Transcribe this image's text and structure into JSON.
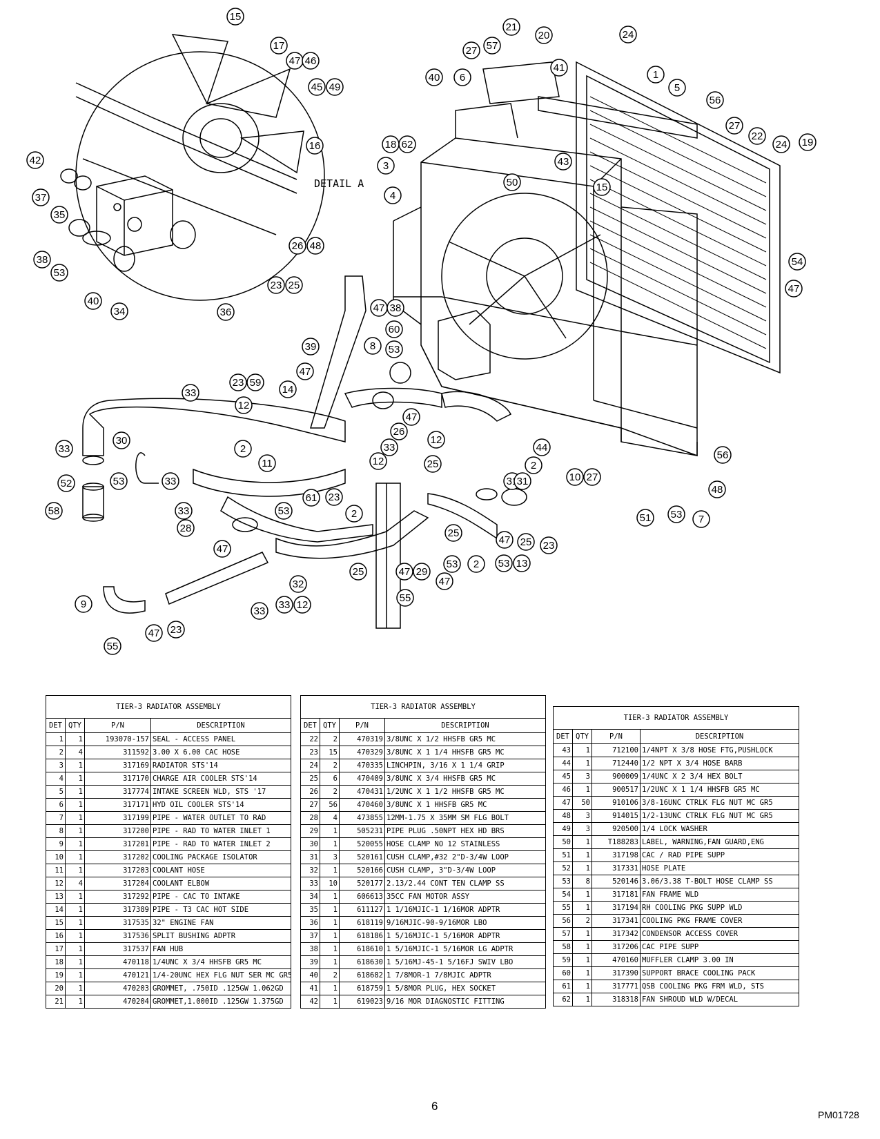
{
  "detail_label": "DETAIL A",
  "page_number": "6",
  "doc_code": "PM01728",
  "callouts": [
    "15",
    "17",
    "47",
    "46",
    "45",
    "49",
    "16",
    "42",
    "37",
    "35",
    "38",
    "53",
    "40",
    "34",
    "36",
    "26",
    "48",
    "21",
    "20",
    "24",
    "27",
    "57",
    "41",
    "40",
    "6",
    "1",
    "5",
    "56",
    "27",
    "22",
    "24",
    "19",
    "18",
    "62",
    "3",
    "43",
    "50",
    "15",
    "4",
    "54",
    "47",
    "23",
    "25",
    "47",
    "38",
    "60",
    "39",
    "53",
    "8",
    "47",
    "23",
    "59",
    "14",
    "33",
    "12",
    "30",
    "2",
    "52",
    "26",
    "33",
    "12",
    "33",
    "53",
    "33",
    "44",
    "58",
    "31",
    "11",
    "12",
    "25",
    "2",
    "61",
    "23",
    "47",
    "56",
    "10",
    "27",
    "48",
    "53",
    "7",
    "51",
    "33",
    "53",
    "2",
    "31",
    "32",
    "28",
    "25",
    "47",
    "25",
    "47",
    "53",
    "2",
    "53",
    "13",
    "47",
    "23",
    "25",
    "47",
    "29",
    "33",
    "12",
    "33",
    "9",
    "55",
    "47",
    "23",
    "55"
  ],
  "tables": [
    {
      "title": "TIER-3 RADIATOR ASSEMBLY",
      "headers": [
        "DET",
        "QTY",
        "P/N",
        "DESCRIPTION"
      ],
      "rows": [
        [
          "1",
          "1",
          "193070-157",
          "SEAL - ACCESS PANEL"
        ],
        [
          "2",
          "4",
          "311592",
          "3.00 X 6.00 CAC HOSE"
        ],
        [
          "3",
          "1",
          "317169",
          "RADIATOR              STS'14"
        ],
        [
          "4",
          "1",
          "317170",
          "CHARGE AIR COOLER      STS'14"
        ],
        [
          "5",
          "1",
          "317774",
          "INTAKE SCREEN WLD, STS '17"
        ],
        [
          "6",
          "1",
          "317171",
          "HYD OIL COOLER         STS'14"
        ],
        [
          "7",
          "1",
          "317199",
          "PIPE - WATER OUTLET TO RAD"
        ],
        [
          "8",
          "1",
          "317200",
          "PIPE - RAD TO WATER INLET 1"
        ],
        [
          "9",
          "1",
          "317201",
          "PIPE - RAD TO WATER INLET 2"
        ],
        [
          "10",
          "1",
          "317202",
          "COOLING PACKAGE ISOLATOR"
        ],
        [
          "11",
          "1",
          "317203",
          "COOLANT HOSE"
        ],
        [
          "12",
          "4",
          "317204",
          "COOLANT ELBOW"
        ],
        [
          "13",
          "1",
          "317292",
          "PIPE - CAC TO INTAKE"
        ],
        [
          "14",
          "1",
          "317389",
          "PIPE - T3 CAC HOT SIDE"
        ],
        [
          "15",
          "1",
          "317535",
          "32\" ENGINE FAN"
        ],
        [
          "16",
          "1",
          "317536",
          "SPLIT BUSHING ADPTR"
        ],
        [
          "17",
          "1",
          "317537",
          "FAN HUB"
        ],
        [
          "18",
          "1",
          "470118",
          "1/4UNC X 3/4 HHSFB GR5 MC"
        ],
        [
          "19",
          "1",
          "470121",
          "1/4-20UNC HEX FLG NUT SER MC GR5"
        ],
        [
          "20",
          "1",
          "470203",
          "GROMMET, .750ID .125GW 1.062GD"
        ],
        [
          "21",
          "1",
          "470204",
          "GROMMET,1.000ID .125GW 1.375GD"
        ]
      ]
    },
    {
      "title": "TIER-3 RADIATOR ASSEMBLY",
      "headers": [
        "DET",
        "QTY",
        "P/N",
        "DESCRIPTION"
      ],
      "rows": [
        [
          "22",
          "2",
          "470319",
          "3/8UNC X 1/2 HHSFB GR5 MC"
        ],
        [
          "23",
          "15",
          "470329",
          "3/8UNC X 1 1/4 HHSFB GR5 MC"
        ],
        [
          "24",
          "2",
          "470335",
          "LINCHPIN, 3/16 X 1 1/4 GRIP"
        ],
        [
          "25",
          "6",
          "470409",
          "3/8UNC X 3/4 HHSFB GR5 MC"
        ],
        [
          "26",
          "2",
          "470431",
          "1/2UNC X 1 1/2 HHSFB GR5 MC"
        ],
        [
          "27",
          "56",
          "470460",
          "3/8UNC X 1 HHSFB GR5 MC"
        ],
        [
          "28",
          "4",
          "473855",
          "12MM-1.75 X 35MM SM FLG BOLT"
        ],
        [
          "29",
          "1",
          "505231",
          "PIPE PLUG .50NPT HEX HD  BRS"
        ],
        [
          "30",
          "1",
          "520055",
          "HOSE CLAMP NO 12  STAINLESS"
        ],
        [
          "31",
          "3",
          "520161",
          "CUSH CLAMP,#32 2\"D-3/4W LOOP"
        ],
        [
          "32",
          "1",
          "520166",
          "CUSH CLAMP, 3\"D-3/4W LOOP"
        ],
        [
          "33",
          "10",
          "520177",
          "2.13/2.44 CONT TEN CLAMP SS"
        ],
        [
          "34",
          "1",
          "606613",
          "35CC FAN MOTOR ASSY"
        ],
        [
          "35",
          "1",
          "611127",
          "1 1/16MJIC-1 1/16MOR ADPTR"
        ],
        [
          "36",
          "1",
          "618119",
          "9/16MJIC-90-9/16MOR LBO"
        ],
        [
          "37",
          "1",
          "618186",
          "1 5/16MJIC-1 5/16MOR ADPTR"
        ],
        [
          "38",
          "1",
          "618610",
          "1 5/16MJIC-1 5/16MOR LG ADPTR"
        ],
        [
          "39",
          "1",
          "618630",
          "1 5/16MJ-45-1 5/16FJ SWIV LBO"
        ],
        [
          "40",
          "2",
          "618682",
          "1 7/8MOR-1 7/8MJIC ADPTR"
        ],
        [
          "41",
          "1",
          "618759",
          "1 5/8MOR PLUG, HEX SOCKET"
        ],
        [
          "42",
          "1",
          "619023",
          "9/16 MOR DIAGNOSTIC FITTING"
        ]
      ]
    },
    {
      "title": "TIER-3 RADIATOR ASSEMBLY",
      "headers": [
        "DET",
        "QTY",
        "P/N",
        "DESCRIPTION"
      ],
      "rows": [
        [
          "43",
          "1",
          "712100",
          "1/4NPT X 3/8 HOSE FTG,PUSHLOCK"
        ],
        [
          "44",
          "1",
          "712440",
          "1/2 NPT X 3/4 HOSE BARB"
        ],
        [
          "45",
          "3",
          "900009",
          "1/4UNC X 2 3/4 HEX BOLT"
        ],
        [
          "46",
          "1",
          "900517",
          "1/2UNC X 1 1/4 HHSFB GR5 MC"
        ],
        [
          "47",
          "50",
          "910106",
          "3/8-16UNC CTRLK FLG NUT MC GR5"
        ],
        [
          "48",
          "3",
          "914015",
          "1/2-13UNC CTRLK FLG NUT MC GR5"
        ],
        [
          "49",
          "3",
          "920500",
          "1/4 LOCK WASHER"
        ],
        [
          "50",
          "1",
          "T188283",
          "LABEL, WARNING,FAN GUARD,ENG"
        ],
        [
          "51",
          "1",
          "317198",
          "CAC / RAD PIPE SUPP"
        ],
        [
          "52",
          "1",
          "317331",
          "HOSE PLATE"
        ],
        [
          "53",
          "8",
          "520146",
          "3.06/3.38 T-BOLT HOSE CLAMP SS"
        ],
        [
          "54",
          "1",
          "317181",
          "FAN FRAME WLD"
        ],
        [
          "55",
          "1",
          "317194",
          "RH COOLING PKG SUPP WLD"
        ],
        [
          "56",
          "2",
          "317341",
          "COOLING PKG FRAME COVER"
        ],
        [
          "57",
          "1",
          "317342",
          "CONDENSOR ACCESS COVER"
        ],
        [
          "58",
          "1",
          "317206",
          "CAC PIPE SUPP"
        ],
        [
          "59",
          "1",
          "470160",
          "MUFFLER CLAMP 3.00 IN"
        ],
        [
          "60",
          "1",
          "317390",
          "SUPPORT BRACE COOLING PACK"
        ],
        [
          "61",
          "1",
          "317771",
          "QSB COOLING PKG FRM WLD, STS"
        ],
        [
          "62",
          "1",
          "318318",
          "FAN SHROUD WLD W/DECAL"
        ]
      ]
    }
  ]
}
